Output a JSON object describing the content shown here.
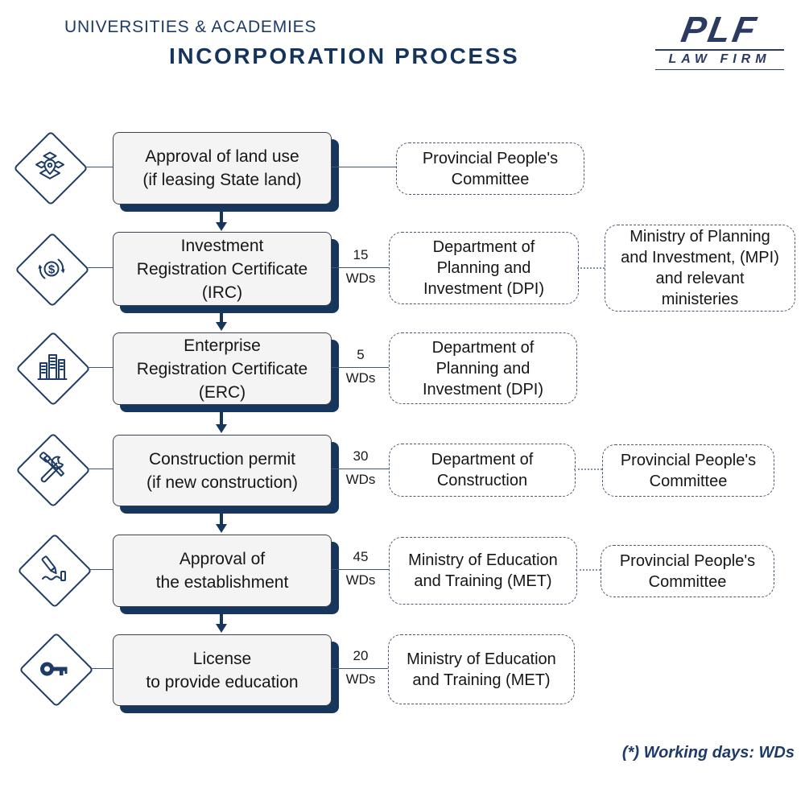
{
  "header": {
    "kicker": "UNIVERSITIES & ACADEMIES",
    "title": "INCORPORATION PROCESS"
  },
  "logo": {
    "name": "PLF",
    "subtitle": "LAW FIRM"
  },
  "footer": {
    "note": "(*) Working days: WDs"
  },
  "colors": {
    "navy": "#17365d",
    "slate_line": "#44546a",
    "box_fill": "#f4f4f4",
    "dashed_border": "#4a5a70"
  },
  "steps": [
    {
      "icon": "land-use-icon",
      "title_lines": [
        "Approval of land use",
        "(if leasing State land)"
      ],
      "duration": null,
      "authority_lines": [
        "Provincial People's",
        "Committee"
      ],
      "secondary_lines": null
    },
    {
      "icon": "investment-cycle-icon",
      "title_lines": [
        "Investment",
        "Registration Certificate",
        "(IRC)"
      ],
      "duration": {
        "value": "15",
        "unit": "WDs"
      },
      "authority_lines": [
        "Department of",
        "Planning and",
        "Investment (DPI)"
      ],
      "secondary_lines": [
        "Ministry of Planning",
        "and Investment, (MPI)",
        "and relevant",
        "ministeries"
      ]
    },
    {
      "icon": "buildings-icon",
      "title_lines": [
        "Enterprise",
        "Registration Certificate",
        "(ERC)"
      ],
      "duration": {
        "value": "5",
        "unit": "WDs"
      },
      "authority_lines": [
        "Department of",
        "Planning and",
        "Investment (DPI)"
      ],
      "secondary_lines": null
    },
    {
      "icon": "construction-tools-icon",
      "title_lines": [
        "Construction permit",
        "(if new construction)"
      ],
      "duration": {
        "value": "30",
        "unit": "WDs"
      },
      "authority_lines": [
        "Department of",
        "Construction"
      ],
      "secondary_lines": [
        "Provincial People's",
        "Committee"
      ]
    },
    {
      "icon": "signature-icon",
      "title_lines": [
        "Approval of",
        "the establishment"
      ],
      "duration": {
        "value": "45",
        "unit": "WDs"
      },
      "authority_lines": [
        "Ministry of Education",
        "and Training (MET)"
      ],
      "secondary_lines": [
        "Provincial People's",
        "Committee"
      ]
    },
    {
      "icon": "key-icon",
      "title_lines": [
        "License",
        "to provide education"
      ],
      "duration": {
        "value": "20",
        "unit": "WDs"
      },
      "authority_lines": [
        "Ministry of Education",
        "and Training (MET)"
      ],
      "secondary_lines": null
    }
  ]
}
